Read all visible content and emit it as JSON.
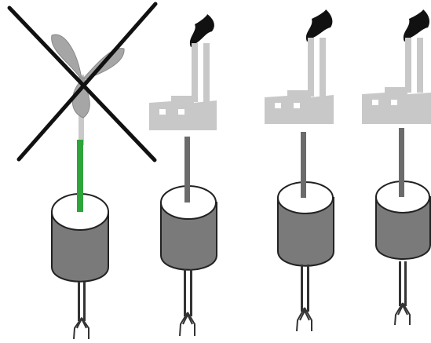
{
  "colors": {
    "background": "#ffffff",
    "crossed_mark": "#111111",
    "wind_turbine_blade": "#a6a6a6",
    "wind_turbine_stem_top": "#c9c9c9",
    "wind_turbine_stem_bottom": "#2fa43a",
    "factory_body": "#c8c8c8",
    "factory_window": "#ffffff",
    "factory_chimney": "#c8c8c8",
    "smoke": "#111111",
    "power_line": "#6b6b6b",
    "device_body": "#7a7a7a",
    "device_top": "#ffffff",
    "device_outline": "#222222",
    "gripper": "#333333"
  },
  "panels": [
    {
      "name": "wind-power-device",
      "source": "wind-turbine",
      "crossed_out": true
    },
    {
      "name": "factory-power-device-1",
      "source": "factory",
      "crossed_out": false
    },
    {
      "name": "factory-power-device-2",
      "source": "factory",
      "crossed_out": false
    },
    {
      "name": "factory-power-device-3",
      "source": "factory",
      "crossed_out": false
    }
  ]
}
